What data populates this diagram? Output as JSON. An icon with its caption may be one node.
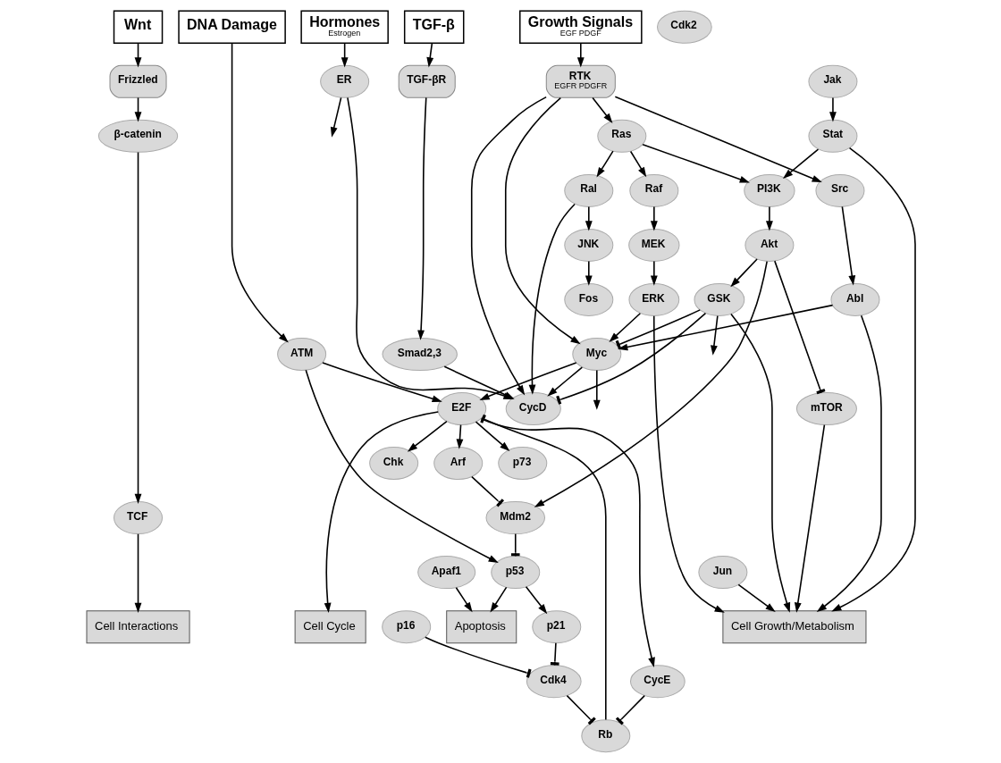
{
  "diagram": {
    "nodes": [
      {
        "text": [
          "Wnt"
        ]
      },
      {
        "text": [
          "Growth Signals",
          "EGF PDGF"
        ]
      },
      {
        "text": [
          "TGF-β"
        ]
      },
      {
        "text": [
          "Hormones",
          "Estrogen"
        ]
      },
      {
        "text": [
          "DNA Damage"
        ]
      },
      {
        "text": [
          "Frizzled"
        ]
      },
      {
        "text": [
          "RTK",
          "EGFR PDGFR"
        ]
      },
      {
        "text": [
          "TGF-βR"
        ]
      },
      {
        "text": [
          "Jak"
        ]
      },
      {
        "text": [
          "β-catenin"
        ]
      },
      {
        "text": [
          "TCF"
        ]
      },
      {
        "text": [
          "Src"
        ]
      },
      {
        "text": [
          "Ras"
        ]
      },
      {
        "text": [
          "Stat"
        ]
      },
      {
        "text": [
          "Myc"
        ]
      },
      {
        "text": [
          "Smad2,3"
        ]
      },
      {
        "text": [
          "ER"
        ]
      },
      {
        "text": [
          "CycD"
        ]
      },
      {
        "text": [
          "Cdk4"
        ]
      },
      {
        "text": [
          "ATM"
        ]
      },
      {
        "text": [
          "Ral"
        ]
      },
      {
        "text": [
          "Raf"
        ]
      },
      {
        "text": [
          "PI3K"
        ]
      },
      {
        "text": [
          "Abl"
        ]
      },
      {
        "text": [
          "p16"
        ]
      },
      {
        "text": [
          "p21"
        ]
      },
      {
        "text": [
          "JNK"
        ]
      },
      {
        "text": [
          "MEK"
        ]
      },
      {
        "text": [
          "Akt"
        ]
      },
      {
        "text": [
          "Rb"
        ]
      },
      {
        "text": [
          "Chk"
        ]
      },
      {
        "text": [
          "GSK"
        ]
      },
      {
        "text": [
          "Fos"
        ]
      },
      {
        "text": [
          "Jun"
        ]
      },
      {
        "text": [
          "mTOR"
        ]
      },
      {
        "text": [
          "ERK"
        ]
      },
      {
        "text": [
          "E2F"
        ]
      },
      {
        "text": [
          "Arf"
        ]
      },
      {
        "text": [
          "Mdm2"
        ]
      },
      {
        "text": [
          "p53"
        ]
      },
      {
        "text": [
          "CycE"
        ]
      },
      {
        "text": [
          "Cdk2"
        ]
      },
      {
        "text": [
          "p73"
        ]
      },
      {
        "text": [
          "Apaf1"
        ]
      },
      {
        "text": [
          "Cell Interactions"
        ]
      },
      {
        "text": [
          "Cell Growth/Metabolism"
        ]
      },
      {
        "text": [
          "Cell Cycle"
        ]
      },
      {
        "text": [
          "Apoptosis"
        ]
      }
    ],
    "edges": [
      {
        "from": 0,
        "to": 5,
        "arrow": "to"
      },
      {
        "from": 1,
        "to": 6,
        "arrow": "to"
      },
      {
        "from": 2,
        "to": 7,
        "arrow": "to"
      },
      {
        "from": 3,
        "to": 16,
        "arrow": "to"
      },
      {
        "from": 4,
        "to": 19,
        "arrow": "to"
      },
      {
        "from": 5,
        "to": 9,
        "arrow": "to"
      },
      {
        "from": 9,
        "to": 10,
        "arrow": "to"
      },
      {
        "from": 10,
        "to": 44,
        "arrow": "to"
      },
      {
        "from": 6,
        "to": 11,
        "arrow": "to"
      },
      {
        "from": 6,
        "to": 12,
        "arrow": "to"
      },
      {
        "from": 6,
        "to": 14,
        "arrow": "to"
      },
      {
        "from": 6,
        "to": 17,
        "arrow": "to"
      },
      {
        "from": 8,
        "to": 13,
        "arrow": "to"
      },
      {
        "from": 7,
        "to": 15,
        "arrow": "to"
      },
      {
        "from": 15,
        "to": 17,
        "arrow": "to"
      },
      {
        "from": 16,
        "to": 17,
        "arrow": "to"
      },
      {
        "from": 16,
        "to": null,
        "arrow": "to"
      },
      {
        "from": 11,
        "to": 23,
        "arrow": "to"
      },
      {
        "from": 12,
        "to": 20,
        "arrow": "to"
      },
      {
        "from": 12,
        "to": 21,
        "arrow": "to"
      },
      {
        "from": 12,
        "to": 22,
        "arrow": "to"
      },
      {
        "from": 13,
        "to": 22,
        "arrow": "to"
      },
      {
        "from": 14,
        "to": 17,
        "arrow": "to"
      },
      {
        "from": 14,
        "to": 36,
        "arrow": "to"
      },
      {
        "from": 14,
        "to": null,
        "arrow": "to"
      },
      {
        "from": 23,
        "to": 14,
        "arrow": "to"
      },
      {
        "from": 20,
        "to": 17,
        "arrow": "to"
      },
      {
        "from": 20,
        "to": 26,
        "arrow": "to"
      },
      {
        "from": 21,
        "to": 27,
        "arrow": "to"
      },
      {
        "from": 22,
        "to": 28,
        "arrow": "to"
      },
      {
        "from": 24,
        "to": 18,
        "arrow": "other"
      },
      {
        "from": 25,
        "to": 18,
        "arrow": "other"
      },
      {
        "from": 18,
        "to": 29,
        "arrow": "other"
      },
      {
        "from": 26,
        "to": 32,
        "arrow": "to"
      },
      {
        "from": 27,
        "to": 35,
        "arrow": "to"
      },
      {
        "from": 28,
        "to": 31,
        "arrow": "to"
      },
      {
        "from": 28,
        "to": 34,
        "arrow": "other"
      },
      {
        "from": 28,
        "to": 38,
        "arrow": "to"
      },
      {
        "from": 31,
        "to": 14,
        "arrow": "other"
      },
      {
        "from": 31,
        "to": 17,
        "arrow": "other"
      },
      {
        "from": 31,
        "to": null,
        "arrow": "to"
      },
      {
        "from": 35,
        "to": 14,
        "arrow": "to"
      },
      {
        "from": 29,
        "to": 36,
        "arrow": "other"
      },
      {
        "from": 19,
        "to": 36,
        "arrow": "to"
      },
      {
        "from": 19,
        "to": 39,
        "arrow": "to"
      },
      {
        "from": 39,
        "to": 25,
        "arrow": "to"
      },
      {
        "from": 36,
        "to": 30,
        "arrow": "to"
      },
      {
        "from": 36,
        "to": 37,
        "arrow": "to"
      },
      {
        "from": 37,
        "to": 38,
        "arrow": "other"
      },
      {
        "from": 38,
        "to": 39,
        "arrow": "other"
      },
      {
        "from": 36,
        "to": 40,
        "arrow": "to"
      },
      {
        "from": 36,
        "to": 42,
        "arrow": "to"
      },
      {
        "from": 40,
        "to": 29,
        "arrow": "other"
      },
      {
        "from": 36,
        "to": 46,
        "arrow": "to"
      },
      {
        "from": 23,
        "to": 45,
        "arrow": "to"
      },
      {
        "from": 33,
        "to": 45,
        "arrow": "to"
      },
      {
        "from": 35,
        "to": 45,
        "arrow": "to"
      },
      {
        "from": 34,
        "to": 45,
        "arrow": "to"
      },
      {
        "from": 13,
        "to": 45,
        "arrow": "to"
      },
      {
        "from": 31,
        "to": 45,
        "arrow": "to"
      },
      {
        "from": 43,
        "to": 47,
        "arrow": "to"
      },
      {
        "from": 39,
        "to": 47,
        "arrow": "to"
      }
    ]
  }
}
